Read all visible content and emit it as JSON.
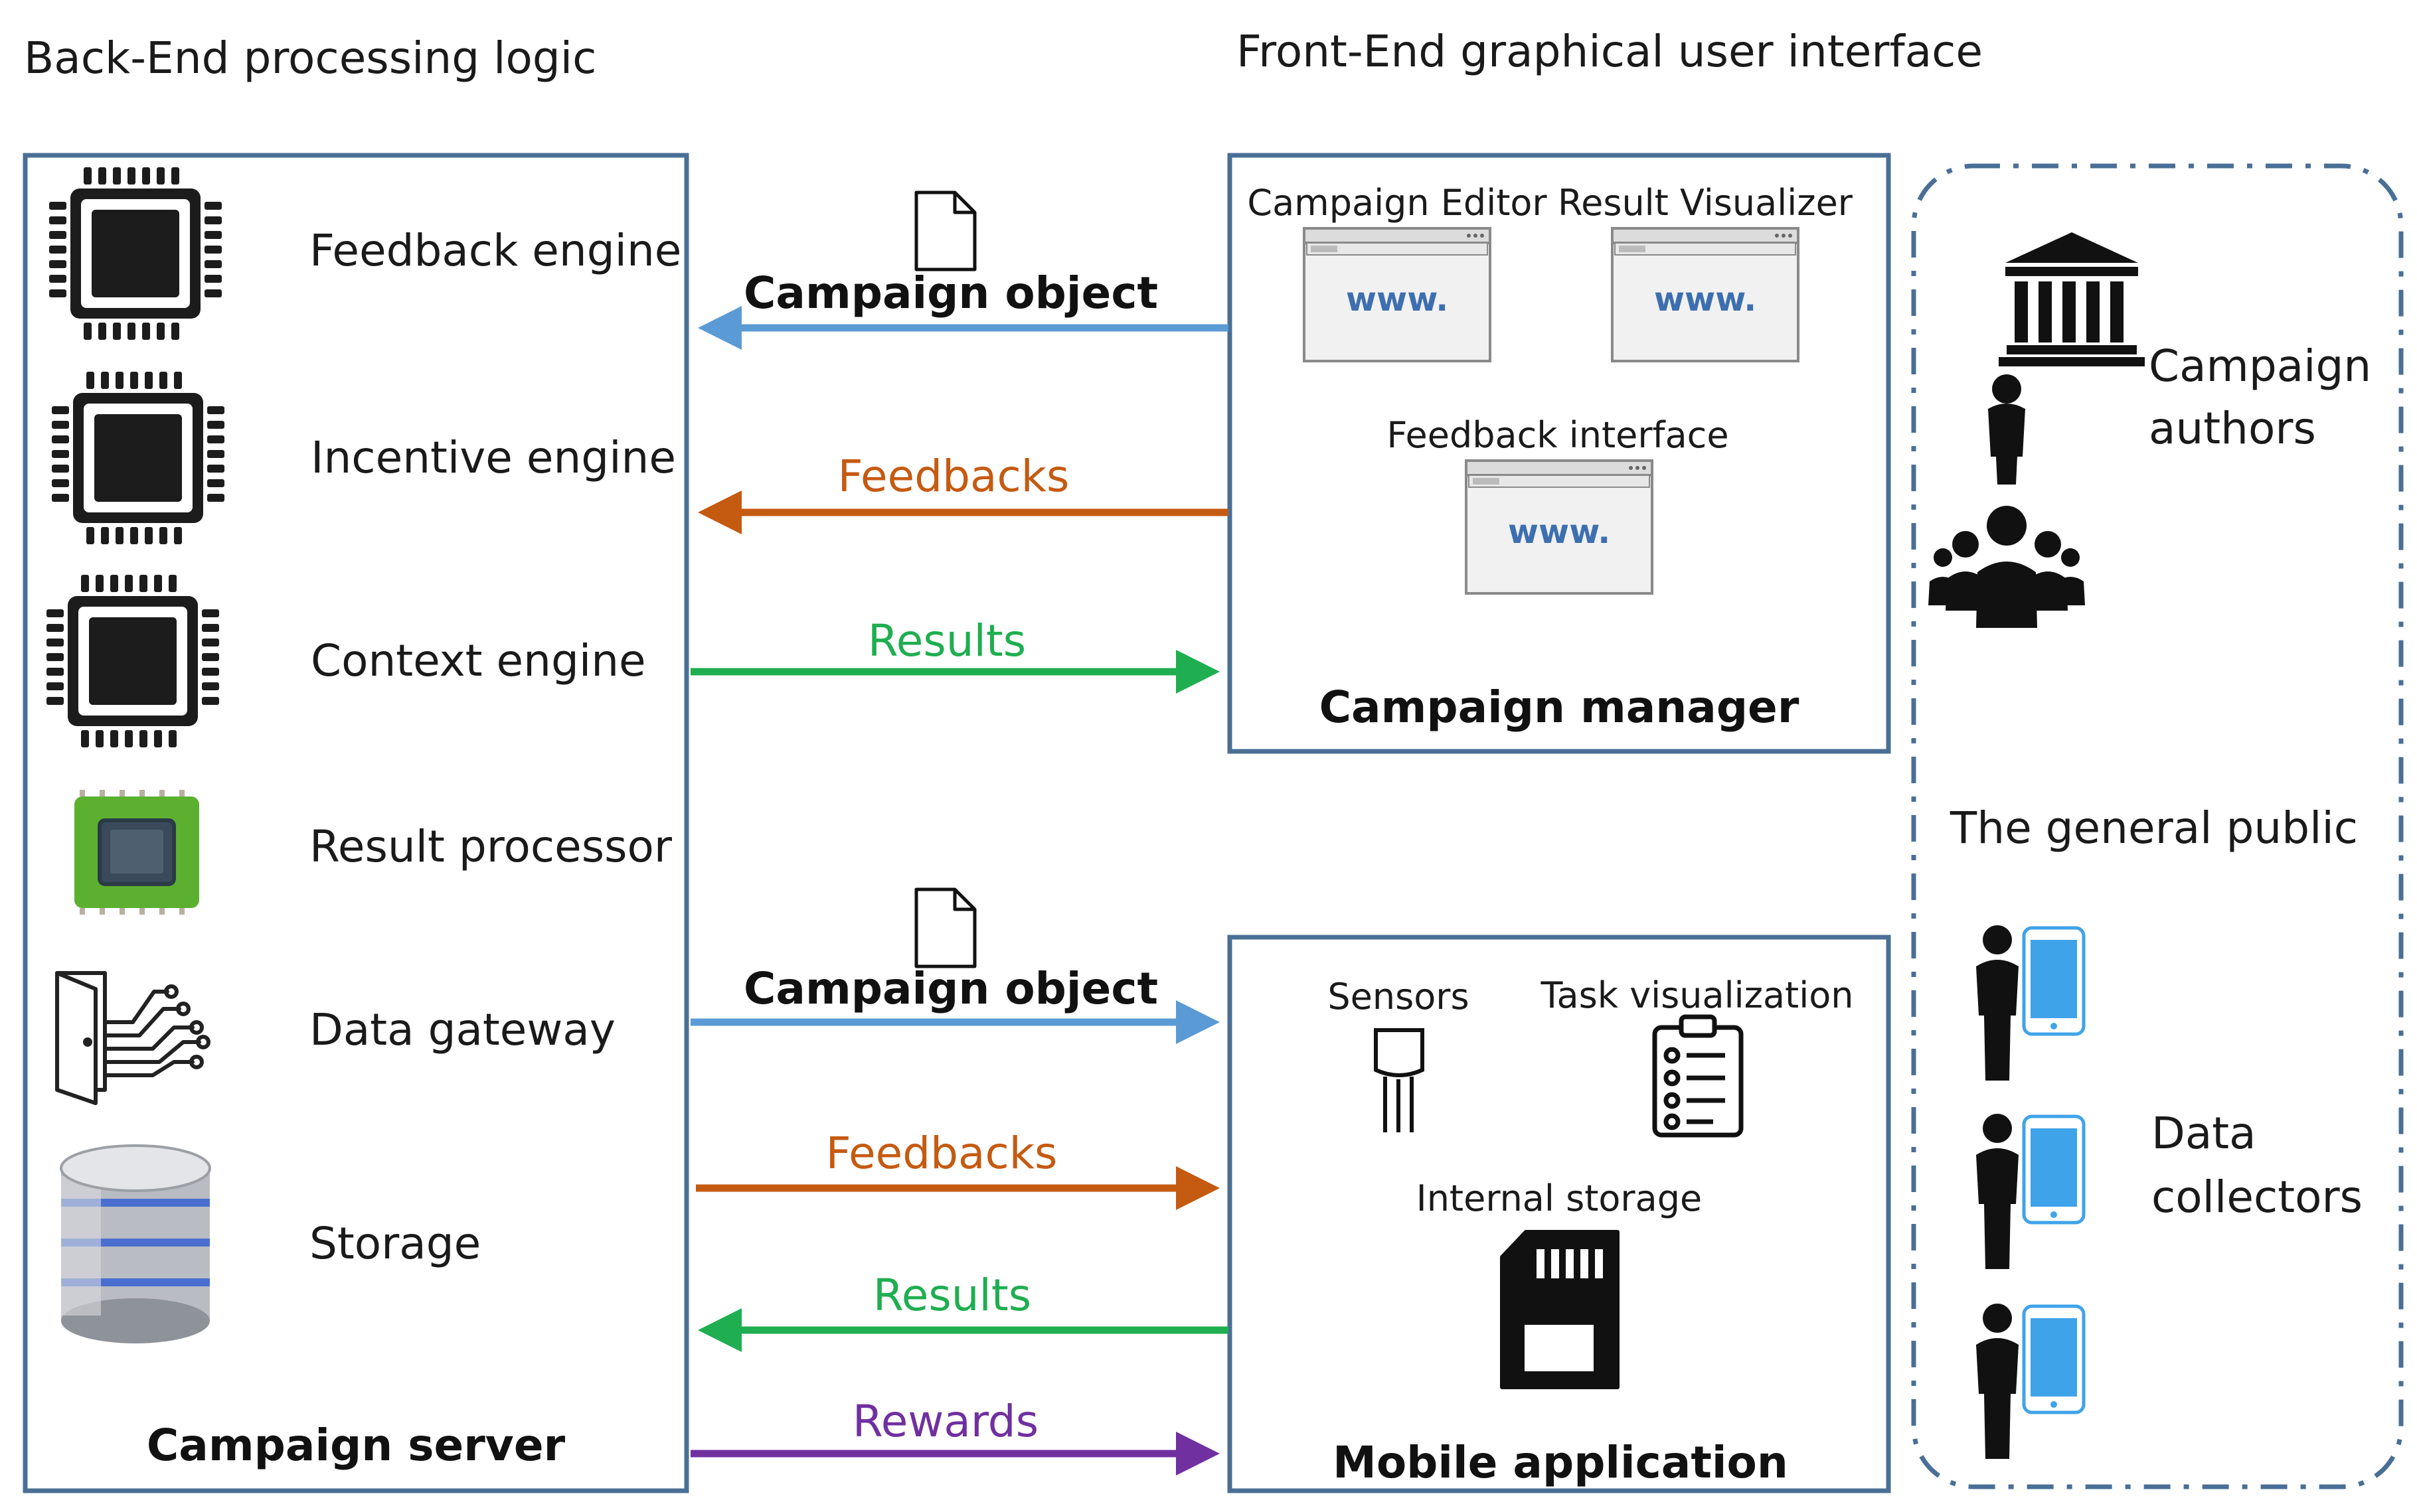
{
  "headers": {
    "back_end": "Back-End processing logic",
    "front_end": "Front-End  graphical user interface"
  },
  "campaign_server": {
    "title": "Campaign server",
    "components": [
      {
        "label": "Feedback engine",
        "icon": "cpu-chip-icon"
      },
      {
        "label": "Incentive engine",
        "icon": "cpu-chip-icon"
      },
      {
        "label": "Context engine",
        "icon": "cpu-chip-icon"
      },
      {
        "label": "Result processor",
        "icon": "circuit-board-icon"
      },
      {
        "label": "Data gateway",
        "icon": "door-circuit-icon"
      },
      {
        "label": "Storage",
        "icon": "database-icon"
      }
    ]
  },
  "campaign_manager": {
    "title": "Campaign manager",
    "campaign_editor": "Campaign Editor",
    "result_visualizer": "Result Visualizer",
    "feedback_interface": "Feedback interface",
    "www_label": "www."
  },
  "mobile_application": {
    "title": "Mobile application",
    "sensors": "Sensors",
    "task_visualization": "Task visualization",
    "internal_storage": "Internal storage"
  },
  "flows_top": {
    "campaign_object": "Campaign object",
    "feedbacks": "Feedbacks",
    "results": "Results"
  },
  "flows_bottom": {
    "campaign_object": "Campaign object",
    "feedbacks": "Feedbacks",
    "results": "Results",
    "rewards": "Rewards"
  },
  "public": {
    "title": "The general public",
    "authors_line1": "Campaign",
    "authors_line2": "authors",
    "collectors_line1": "Data",
    "collectors_line2": "collectors"
  },
  "colors": {
    "box_border": "#4a6f96",
    "campaign_object_arrow": "#5b9bd5",
    "feedbacks_arrow": "#c55a11",
    "results_arrow": "#1fae50",
    "rewards_arrow": "#7030a0",
    "phone_screen": "#3fa3ea"
  }
}
